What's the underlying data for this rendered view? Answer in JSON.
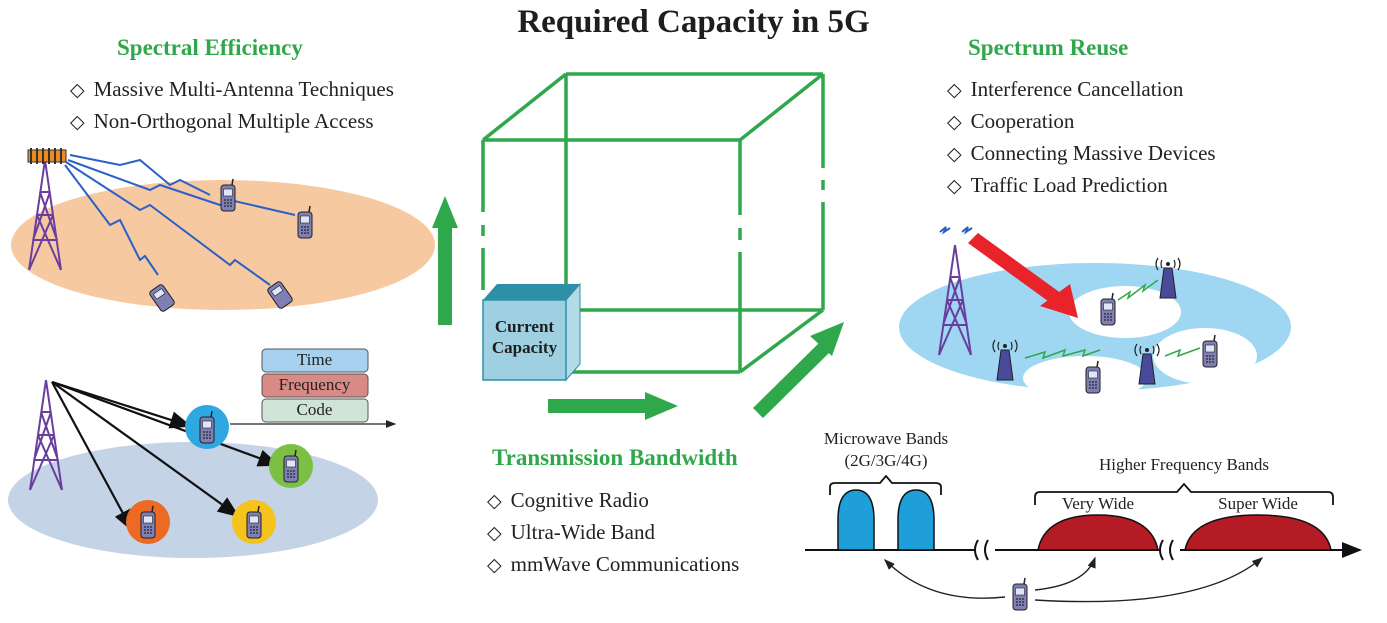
{
  "title": "Required Capacity in 5G",
  "spectral": {
    "heading": "Spectral Efficiency",
    "bullets": [
      "Massive Multi-Antenna Techniques",
      "Non-Orthogonal Multiple Access"
    ]
  },
  "reuse": {
    "heading": "Spectrum Reuse",
    "bullets": [
      "Interference Cancellation",
      "Cooperation",
      "Connecting Massive Devices",
      "Traffic Load Prediction"
    ]
  },
  "bandwidth": {
    "heading": "Transmission Bandwidth",
    "bullets": [
      "Cognitive Radio",
      "Ultra-Wide Band",
      "mmWave Communications"
    ]
  },
  "cube": {
    "line1": "Current",
    "line2": "Capacity"
  },
  "noma_layers": [
    "Time",
    "Frequency",
    "Code"
  ],
  "spectrum": {
    "microwave_line1": "Microwave Bands",
    "microwave_line2": "(2G/3G/4G)",
    "higher": "Higher Frequency Bands",
    "very_wide": "Very Wide",
    "super_wide": "Super Wide"
  },
  "bullet_symbol": "◇",
  "colors": {
    "green": "#2ea84a",
    "blue": "#1f9fd9",
    "red": "#b41b24",
    "arrow_red": "#e8232a",
    "cube_blue": "#2e8fa7"
  }
}
